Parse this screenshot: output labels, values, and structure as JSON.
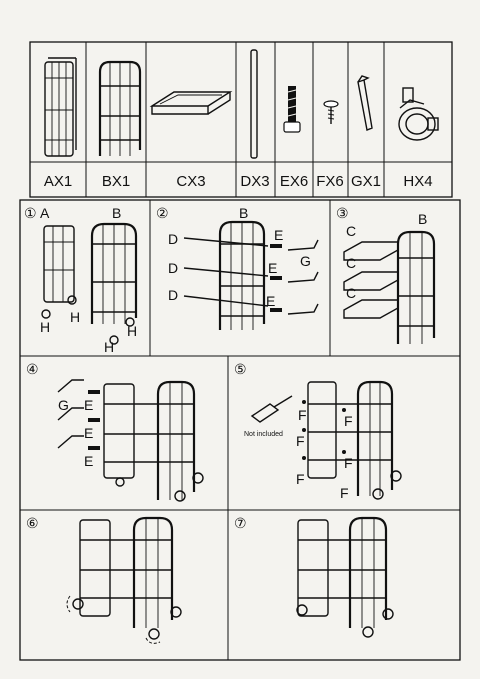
{
  "parts": [
    {
      "id": "A",
      "label": "AX1",
      "icon": "side-frame-icon"
    },
    {
      "id": "B",
      "label": "BX1",
      "icon": "front-frame-icon"
    },
    {
      "id": "C",
      "label": "CX3",
      "icon": "tray-icon"
    },
    {
      "id": "D",
      "label": "DX3",
      "icon": "rod-icon"
    },
    {
      "id": "E",
      "label": "EX6",
      "icon": "screw-icon"
    },
    {
      "id": "F",
      "label": "FX6",
      "icon": "small-screw-icon"
    },
    {
      "id": "G",
      "label": "GX1",
      "icon": "allen-key-icon"
    },
    {
      "id": "H",
      "label": "HX4",
      "icon": "caster-wheel-icon"
    }
  ],
  "steps": [
    {
      "number": "1",
      "symbol": "①",
      "labels": {
        "a": "A",
        "b": "B",
        "h": "H"
      }
    },
    {
      "number": "2",
      "symbol": "②",
      "labels": {
        "b": "B",
        "d": "D",
        "e": "E",
        "g": "G"
      }
    },
    {
      "number": "3",
      "symbol": "③",
      "labels": {
        "b": "B",
        "c": "C"
      }
    },
    {
      "number": "4",
      "symbol": "④",
      "labels": {
        "g": "G",
        "e": "E"
      }
    },
    {
      "number": "5",
      "symbol": "⑤",
      "labels": {
        "f": "F"
      },
      "note": "Not included"
    },
    {
      "number": "6",
      "symbol": "⑥"
    },
    {
      "number": "7",
      "symbol": "⑦"
    }
  ]
}
